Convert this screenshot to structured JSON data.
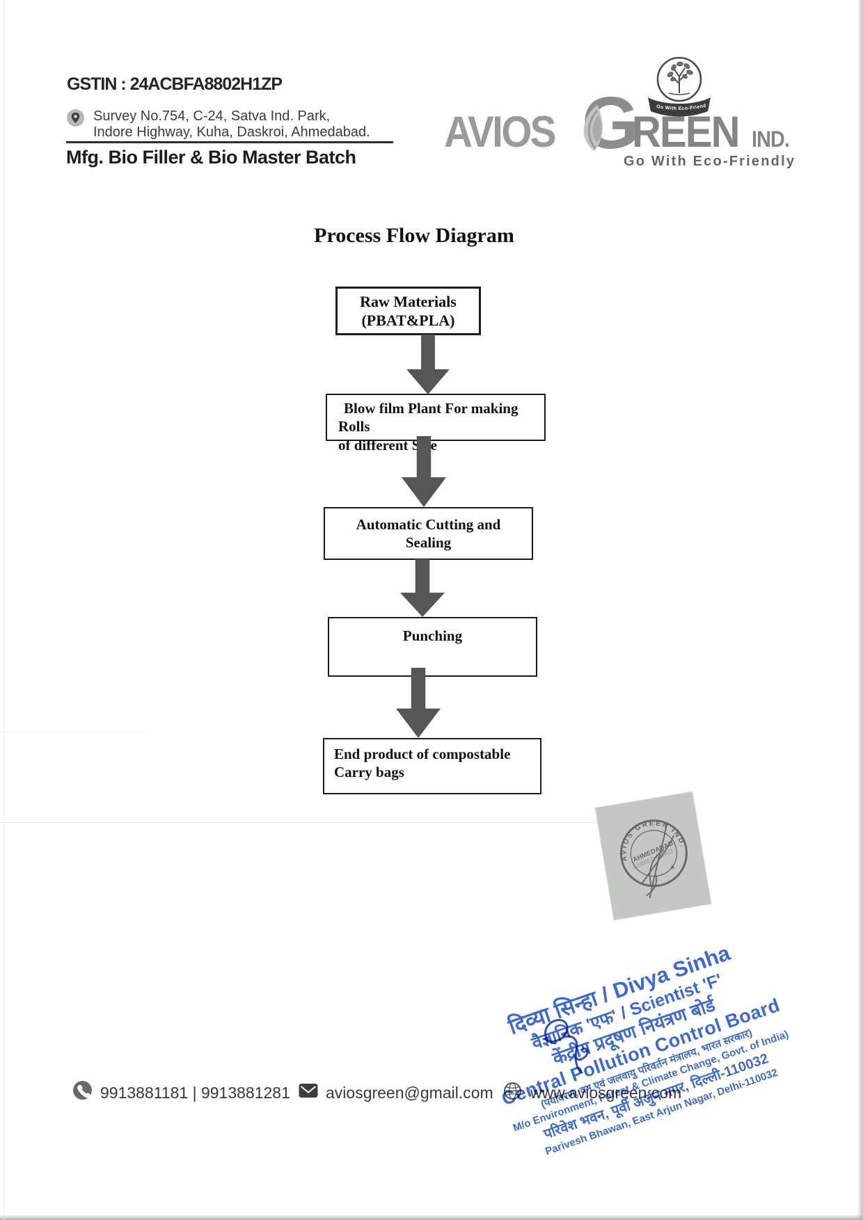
{
  "header": {
    "gstin": "GSTIN : 24ACBFA8802H1ZP",
    "address_line1": "Survey No.754, C-24, Satva Ind. Park,",
    "address_line2": "Indore Highway, Kuha, Daskroi, Ahmedabad.",
    "mfg_line": "Mfg. Bio Filler & Bio Master Batch",
    "logo": {
      "word_avios": "AVIOS",
      "g_letter": "G",
      "word_reen": "REEN",
      "word_ind": "IND.",
      "emblem_banner": "Go With Eco-Friendly",
      "tagline": "Go With Eco-Friendly"
    }
  },
  "diagram": {
    "title": "Process Flow Diagram",
    "steps": [
      {
        "line1": "Raw Materials",
        "line2": "(PBAT&PLA)"
      },
      {
        "line1": "Blow film Plant For making Rolls",
        "line2": "of different Size"
      },
      {
        "line1": "Automatic Cutting and",
        "line2": "Sealing"
      },
      {
        "line1": "Punching",
        "line2": ""
      },
      {
        "line1": "End product of compostable",
        "line2": "Carry bags"
      }
    ]
  },
  "round_stamp": {
    "arc_text": "AVIOS GREEN IND.",
    "center_text": "AHMEDABAD",
    "star": "★"
  },
  "blue_stamp": {
    "color": "#2f5ec9",
    "lines": [
      "दिव्या सिन्हा / Divya Sinha",
      "वैज्ञानिक 'एफ' / Scientist 'F'",
      "केंद्रीय प्रदूषण नियंत्रण बोर्ड",
      "Central Pollution Control Board",
      "(पर्यावरण, वन एवं जलवायु परिवर्तन मंत्रालय, भारत सरकार)",
      "M/o Environment, Forest & Climate Change, Govt. of India)",
      "परिवेश भवन, पूर्वी अर्जुन नगर, दिल्ली-110032",
      "Parivesh Bhawan, East Arjun Nagar, Delhi-110032"
    ]
  },
  "footer": {
    "phones": "9913881181 | 9913881281",
    "email": "aviosgreen@gmail.com",
    "website": "www.aviosgreen.com"
  },
  "icons": {
    "header_location": "location-pin-icon",
    "footer_phone": "phone-icon",
    "footer_email": "email-envelope-icon",
    "footer_website": "globe-icon"
  },
  "colors": {
    "logo_gray": "#8d8d8d",
    "arrow_gray": "#565656",
    "stamp_patch_gray": "#c5c7c5",
    "blue_stamp": "#2f5ec9",
    "box_border": "#1b1b1b"
  }
}
